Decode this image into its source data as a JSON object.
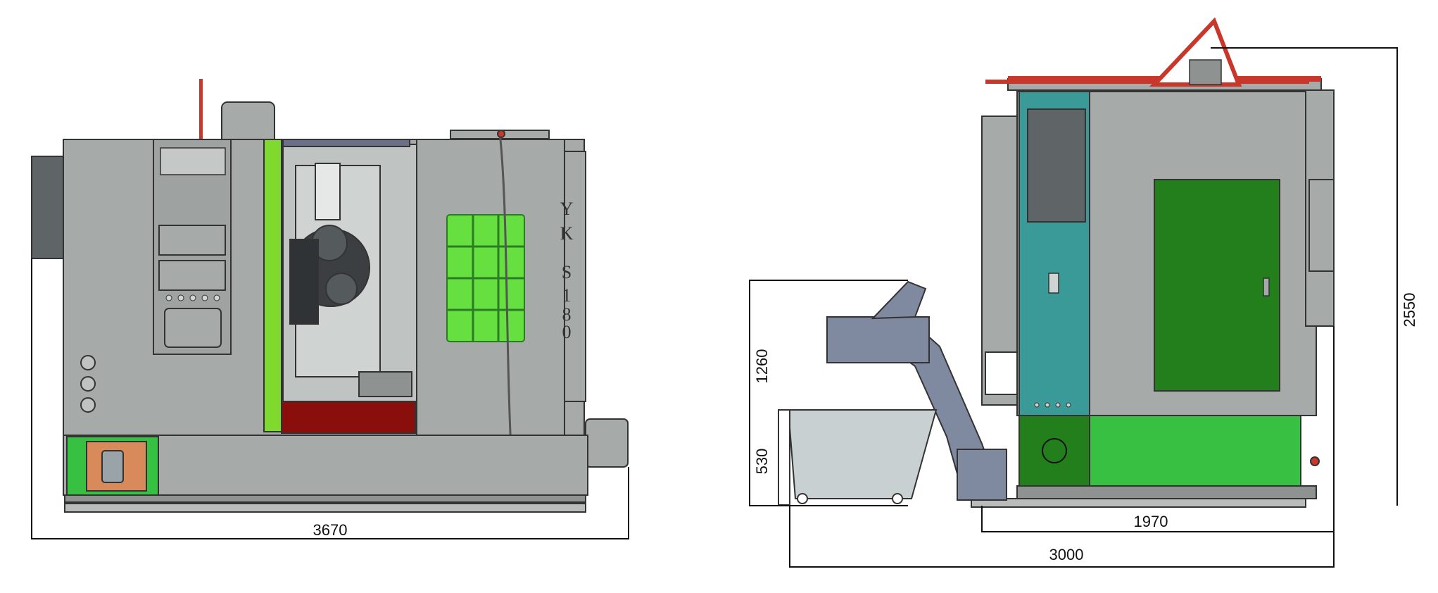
{
  "front_view": {
    "model_letters": [
      "Y",
      "K",
      "S",
      "1",
      "8",
      "0"
    ],
    "nameplate_text": "",
    "dimension_width": "3670"
  },
  "side_view": {
    "dimension_height": "2550",
    "dimension_conveyor_height": "1260",
    "dimension_bin_height": "530",
    "dimension_machine_depth": "1970",
    "dimension_total_depth": "3000"
  },
  "colors": {
    "body_gray": "#a6aaa8",
    "panel_gray": "#8e9391",
    "dark_gray": "#5f6567",
    "green_bright": "#38c043",
    "green_lime": "#7fd92f",
    "green_dark": "#237f1c",
    "teal": "#3a9a98",
    "red": "#c8372a",
    "maroon": "#8a0f0c",
    "orange_door": "#d98a5a",
    "conveyor_blue": "#7f8aa0",
    "bin_light": "#c9d0d1"
  }
}
